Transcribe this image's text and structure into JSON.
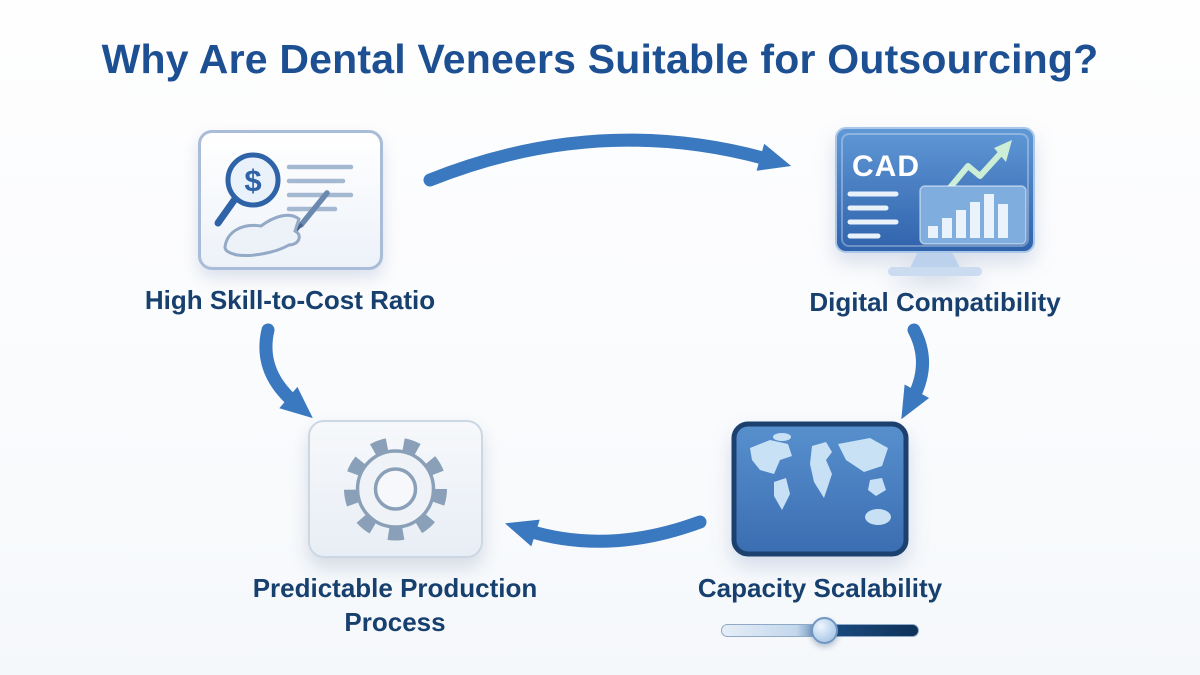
{
  "title": "Why Are Dental Veneers Suitable for Outsourcing?",
  "nodes": [
    {
      "id": "skill",
      "label": "High Skill-to-Cost Ratio",
      "icon": "cost-analysis-icon",
      "currency_symbol": "$"
    },
    {
      "id": "digital",
      "label": "Digital Compatibility",
      "icon": "cad-monitor-icon",
      "screen_text": "CAD"
    },
    {
      "id": "capacity",
      "label": "Capacity Scalability",
      "icon": "world-map-icon",
      "slider_position_percent": 52
    },
    {
      "id": "production",
      "label": "Predictable Production Process",
      "icon": "gear-icon"
    }
  ],
  "flow": [
    "skill-to-digital",
    "digital-to-capacity",
    "capacity-to-production",
    "skill-to-production"
  ],
  "colors": {
    "title_text": "#1d4f93",
    "label_text": "#17406f",
    "arrow": "#3a78bf",
    "screen_blue": "#2f62ab",
    "map_blue": "#3a6db1",
    "continent_light": "#cfe6f8",
    "slider_dark": "#0e3158"
  }
}
